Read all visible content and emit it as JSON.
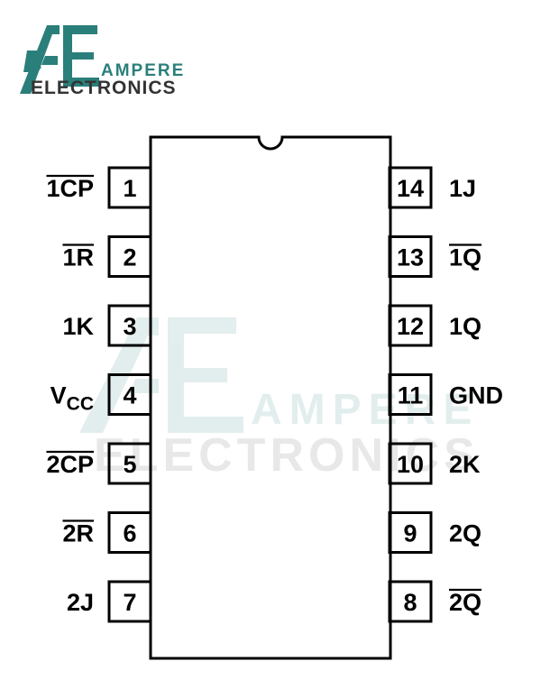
{
  "logo": {
    "mark": "AE",
    "line1": "AMPERE",
    "line2": "ELECTRONICS",
    "color": "#2a7f7a"
  },
  "watermark": {
    "line1": "AMPERE",
    "line2": "ELECTRONICS"
  },
  "ic": {
    "left_pins": [
      {
        "num": "1",
        "label": "1CP",
        "overbar": true
      },
      {
        "num": "2",
        "label": "1R",
        "overbar": true
      },
      {
        "num": "3",
        "label": "1K",
        "overbar": false
      },
      {
        "num": "4",
        "label": "V",
        "sub": "CC",
        "overbar": false
      },
      {
        "num": "5",
        "label": "2CP",
        "overbar": true
      },
      {
        "num": "6",
        "label": "2R",
        "overbar": true
      },
      {
        "num": "7",
        "label": "2J",
        "overbar": false
      }
    ],
    "right_pins": [
      {
        "num": "14",
        "label": "1J",
        "overbar": false
      },
      {
        "num": "13",
        "label": "1Q",
        "overbar": true
      },
      {
        "num": "12",
        "label": "1Q",
        "overbar": false
      },
      {
        "num": "11",
        "label": "GND",
        "overbar": false
      },
      {
        "num": "10",
        "label": "2K",
        "overbar": false
      },
      {
        "num": "9",
        "label": "2Q",
        "overbar": false
      },
      {
        "num": "8",
        "label": "2Q",
        "overbar": true
      }
    ]
  }
}
